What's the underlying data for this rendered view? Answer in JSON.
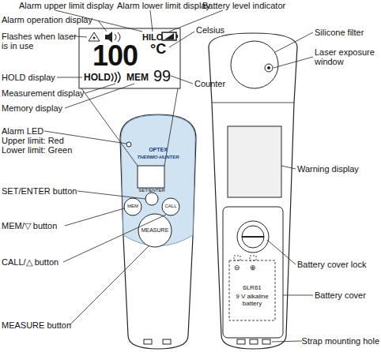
{
  "diagram": {
    "labels": [
      "Alarm upper limit display",
      "Alarm lower limit display",
      "Battery level indicator",
      "Alarm operation display",
      "Flashes when laser is in use",
      "Celsius",
      "HOLD display",
      "Measurement display",
      "Memory display",
      "Counter",
      "Alarm LED",
      "Upper limit: Red",
      "Lower limit: Green",
      "SET/ENTER button",
      "MEM/▽ button",
      "CALL/△ button",
      "MEASURE button",
      "Silicone filter",
      "Laser exposure window",
      "Warning display",
      "Battery cover lock",
      "Battery cover",
      "Strap mounting hole",
      "HILO",
      "100",
      "°C",
      "HOLD",
      "MEM",
      "99",
      "OPTEX",
      "THERMO-HUNTER",
      "SET/ENTER",
      "MEM",
      "CALL",
      "MEASURE",
      "6LR61",
      "9 V alkaline battery",
      "⊖",
      "⊕"
    ]
  }
}
